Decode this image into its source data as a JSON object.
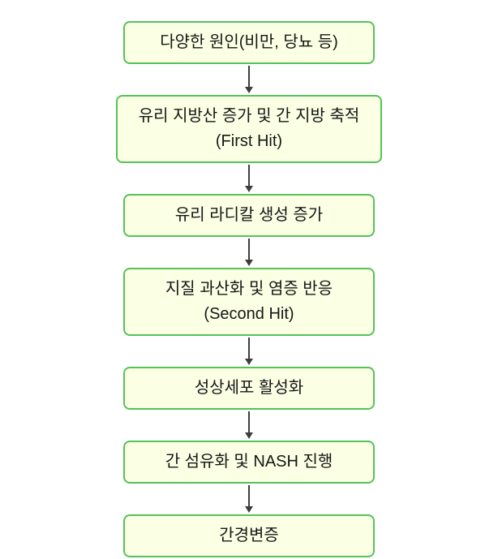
{
  "flowchart": {
    "title": "NASH progression flowchart",
    "colors": {
      "node_fill": "#fbffe4",
      "node_border": "#55c25a",
      "arrow": "#3d3d3d",
      "text": "#161616",
      "background": "#ffffff"
    },
    "nodes": [
      {
        "id": "causes",
        "lines": [
          "다양한 원인(비만, 당뇨 등)"
        ]
      },
      {
        "id": "first-hit",
        "lines": [
          "유리 지방산 증가 및 간 지방 축적",
          "(First Hit)"
        ]
      },
      {
        "id": "free-radicals",
        "lines": [
          "유리 라디칼 생성 증가"
        ]
      },
      {
        "id": "second-hit",
        "lines": [
          "지질 과산화 및 염증 반응",
          "(Second Hit)"
        ]
      },
      {
        "id": "stellate-cells",
        "lines": [
          "성상세포 활성화"
        ]
      },
      {
        "id": "fibrosis-nash",
        "lines": [
          "간 섬유화 및 NASH 진행"
        ]
      },
      {
        "id": "cirrhosis",
        "lines": [
          "간경변증"
        ]
      }
    ]
  }
}
